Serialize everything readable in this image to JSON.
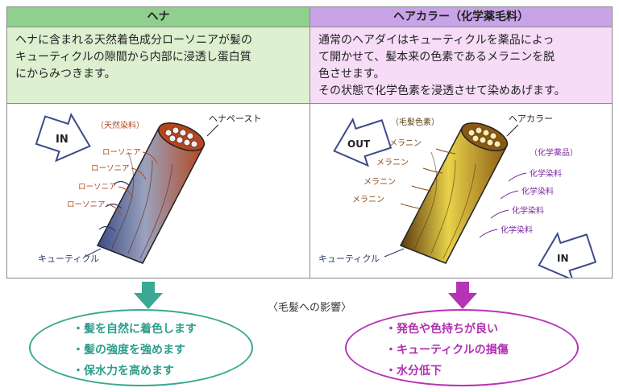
{
  "left_panel": {
    "title": "ヘナ",
    "description": [
      "ヘナに含まれる天然着色成分ローソニアが髪の",
      "キューティクルの隙間から内部に浸透し蛋白質",
      "にからみつきます。"
    ],
    "diagram": {
      "category_label": "（天然染料）",
      "paste_label": "ヘナペースト",
      "direction_label": "IN",
      "lawsone_labels": [
        "ローソニア",
        "ローソニア",
        "ローソニア",
        "ローソニア"
      ],
      "cuticle_label": "キューティクル"
    },
    "color": "#8fd08f",
    "effects": [
      "・髪を自然に着色します",
      "・髪の強度を強めます",
      "・保水力を高めます"
    ],
    "effect_color": "#2e9e8a"
  },
  "right_panel": {
    "title": "ヘアカラー（化学薬毛料）",
    "description": [
      "通常のヘアダイはキューティクルを薬品によっ",
      "て開かせて、髪本来の色素であるメラニンを脱",
      "色させます。",
      "その状態で化学色素を浸透させて染めあげます。"
    ],
    "diagram": {
      "pigment_label": "（毛髪色素）",
      "color_label": "ヘアカラー",
      "out_label": "OUT",
      "melanin_labels": [
        "メラニン",
        "メラニン",
        "メラニン",
        "メラニン"
      ],
      "chemical_label": "（化学薬品）",
      "dye_labels": [
        "化学染料",
        "化学染料",
        "化学染料",
        "化学染料"
      ],
      "in_label": "IN",
      "cuticle_label": "キューティクル"
    },
    "color": "#c9a3e8",
    "effects": [
      "・発色や色持ちが良い",
      "・キューティクルの損傷",
      "・水分低下"
    ],
    "effect_color": "#b030b0"
  },
  "impact_title": "〈毛髪への影響〉"
}
